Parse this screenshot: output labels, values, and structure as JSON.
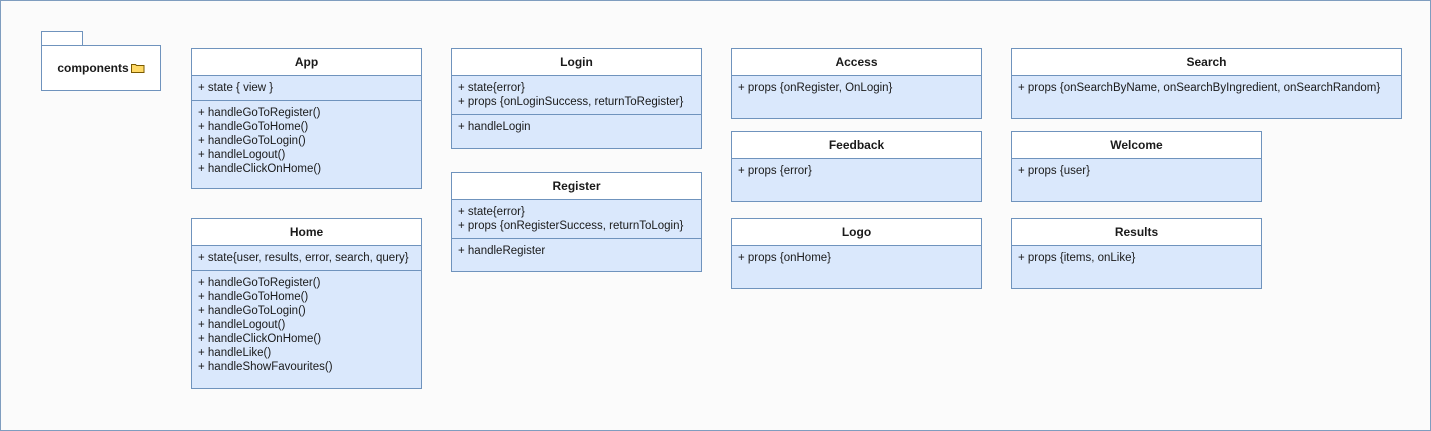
{
  "package": {
    "label": "components"
  },
  "classes": {
    "app": {
      "title": "App",
      "attributes": [
        "+ state { view }"
      ],
      "methods": [
        "+ handleGoToRegister()",
        "+ handleGoToHome()",
        "+ handleGoToLogin()",
        "+ handleLogout()",
        "+ handleClickOnHome()"
      ]
    },
    "home": {
      "title": "Home",
      "attributes": [
        "+ state{user, results, error, search, query}"
      ],
      "methods": [
        "+ handleGoToRegister()",
        "+ handleGoToHome()",
        "+ handleGoToLogin()",
        "+ handleLogout()",
        "+ handleClickOnHome()",
        "+ handleLike()",
        "+ handleShowFavourites()"
      ]
    },
    "login": {
      "title": "Login",
      "attributes": [
        "+ state{error}",
        "+ props {onLoginSuccess, returnToRegister}"
      ],
      "methods": [
        "+ handleLogin"
      ]
    },
    "register": {
      "title": "Register",
      "attributes": [
        "+ state{error}",
        "+ props {onRegisterSuccess, returnToLogin}"
      ],
      "methods": [
        "+ handleRegister"
      ]
    },
    "access": {
      "title": "Access",
      "attributes": [
        "+ props {onRegister, OnLogin}"
      ]
    },
    "feedback": {
      "title": "Feedback",
      "attributes": [
        "+ props {error}"
      ]
    },
    "logo": {
      "title": "Logo",
      "attributes": [
        "+ props {onHome}"
      ]
    },
    "search": {
      "title": "Search",
      "attributes": [
        "+ props {onSearchByName, onSearchByIngredient, onSearchRandom}"
      ]
    },
    "welcome": {
      "title": "Welcome",
      "attributes": [
        "+ props {user}"
      ]
    },
    "results": {
      "title": "Results",
      "attributes": [
        "+ props {items, onLike}"
      ]
    }
  },
  "colors": {
    "class_fill": "#dae8fc",
    "class_stroke": "#6c8ebf",
    "header_fill": "#ffffff",
    "folder_icon": "#ffd966"
  }
}
